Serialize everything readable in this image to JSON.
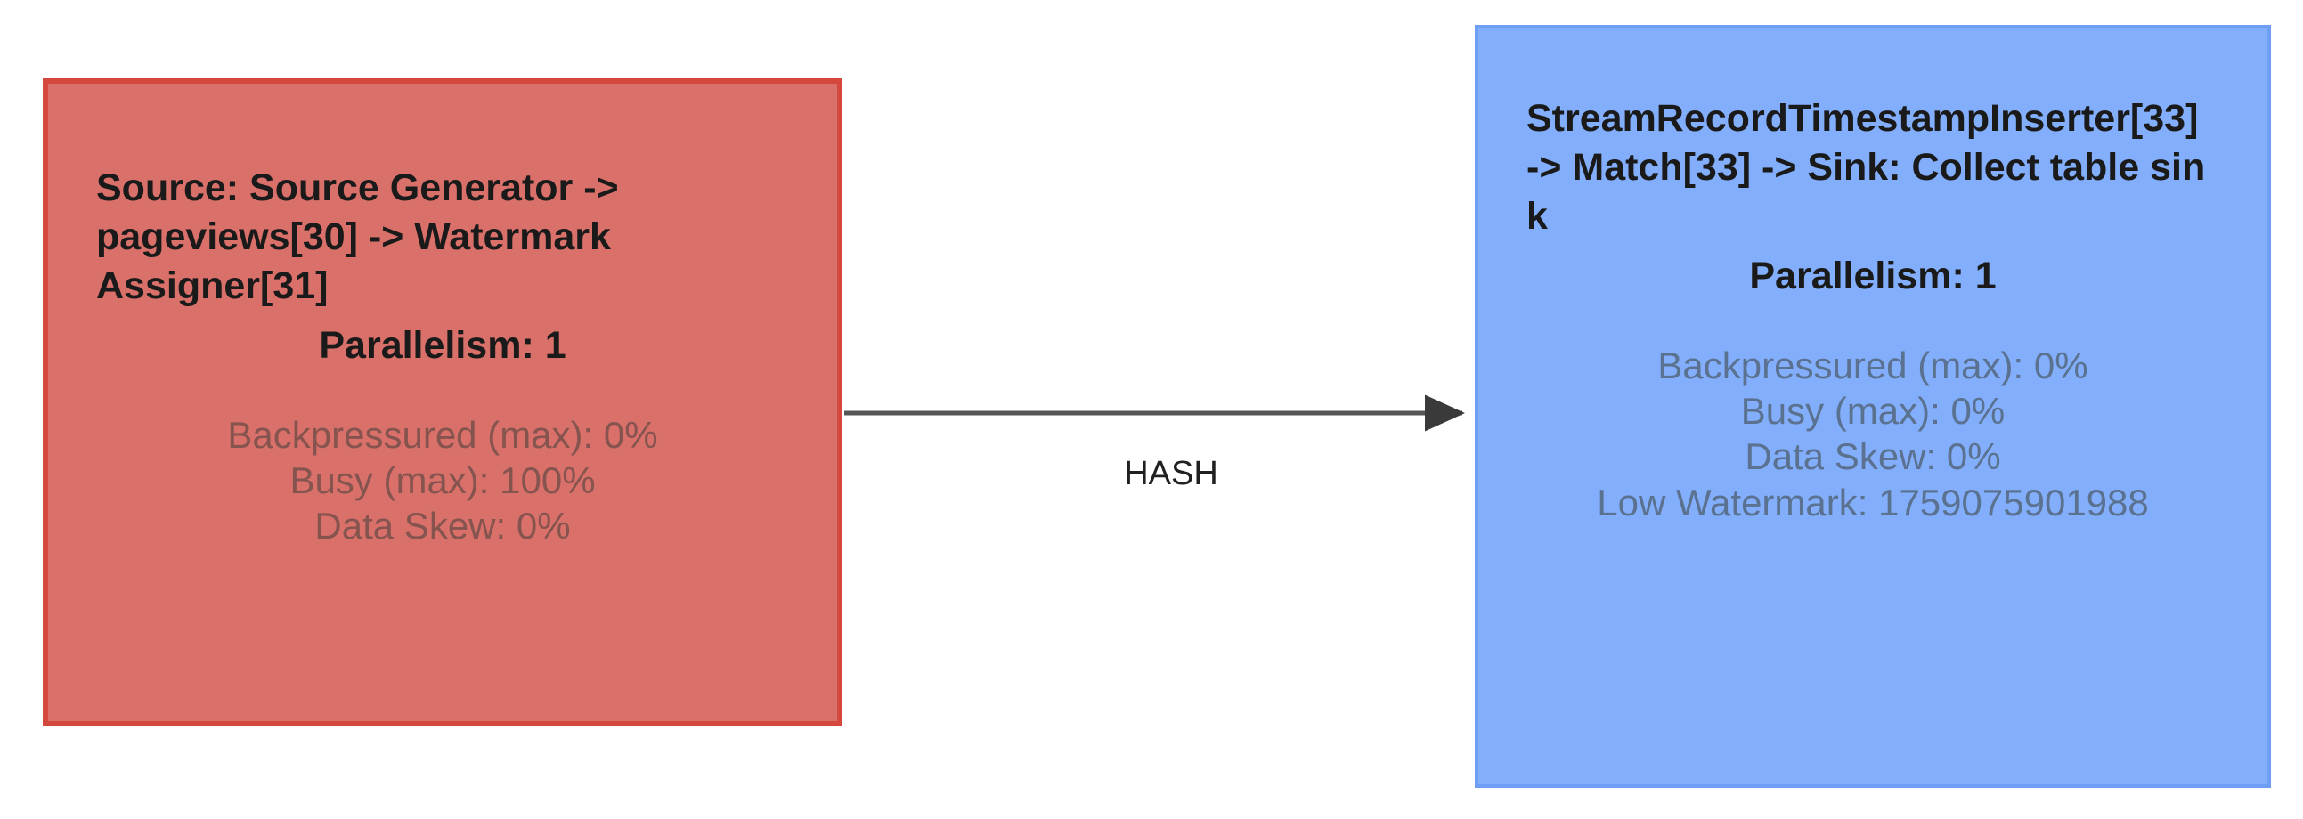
{
  "diagram": {
    "type": "flink-job-graph",
    "background_color": "#ffffff",
    "nodes": [
      {
        "id": "source",
        "title": "Source: Source Generator -> pageviews[30] -> Watermark Assigner[31]",
        "parallelism_label": "Parallelism: 1",
        "fill_color": "#d9706a",
        "border_color": "#d4483d",
        "metrics": [
          "Backpressured (max): 0%",
          "Busy (max): 100%",
          "Data Skew: 0%"
        ]
      },
      {
        "id": "sink",
        "title": "StreamRecordTimestampInserter[33] -> Match[33] -> Sink: Collect table sink",
        "parallelism_label": "Parallelism: 1",
        "fill_color": "#83aefb",
        "border_color": "#6f9ef5",
        "metrics": [
          "Backpressured (max): 0%",
          "Busy (max): 0%",
          "Data Skew: 0%",
          "Low Watermark: 1759075901988"
        ]
      }
    ],
    "edges": [
      {
        "id": "source-to-sink",
        "label": "HASH",
        "from": "source",
        "to": "sink",
        "color": "#555555",
        "arrowhead": "filled-triangle"
      }
    ]
  }
}
